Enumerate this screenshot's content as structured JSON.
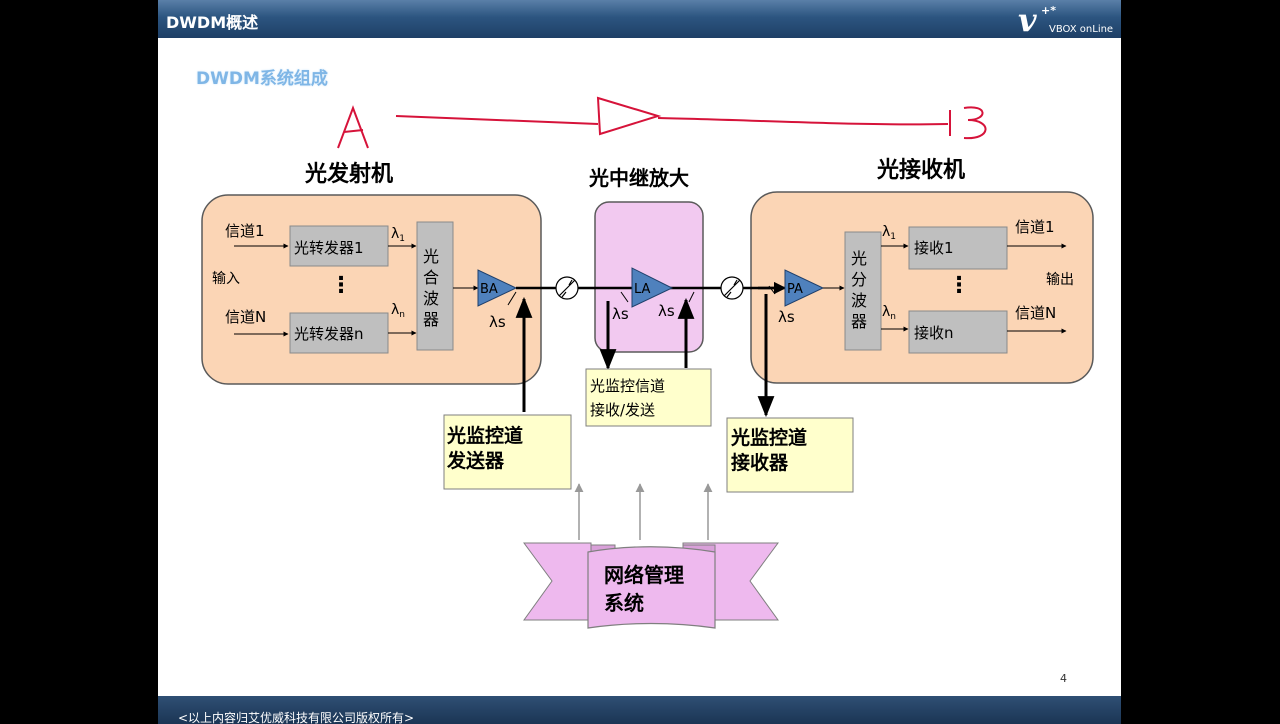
{
  "slide": {
    "header_title": "DWDM概述",
    "logo": {
      "mark": "v",
      "stars": "+*",
      "text": "VBOX onLine"
    },
    "section_title": "DWDM系统组成",
    "page_number": "4",
    "footer": "<以上内容归艾优威科技有限公司版权所有>"
  },
  "annotation": {
    "left": "A",
    "right": "B"
  },
  "transmitter": {
    "title": "光发射机",
    "channel1": "信道1",
    "channelN": "信道N",
    "input": "输入",
    "otu1": "光转发器1",
    "otun": "光转发器n",
    "mux_lines": [
      "光",
      "合",
      "波",
      "器"
    ],
    "lambda1": "λ",
    "lambda1_sub": "1",
    "lambdan": "λ",
    "lambdan_sub": "n",
    "amp": "BA",
    "lambda_s": "λs",
    "dots": "⋮"
  },
  "repeater": {
    "title": "光中继放大",
    "amp": "LA",
    "lambda_s_left": "λs",
    "lambda_s_right": "λs",
    "osc_box_line1": "光监控信道",
    "osc_box_line2": "接收/发送"
  },
  "receiver": {
    "title": "光接收机",
    "channel1": "信道1",
    "channelN": "信道N",
    "output": "输出",
    "rx1": "接收1",
    "rxn": "接收n",
    "demux_lines": [
      "光",
      "分",
      "波",
      "器"
    ],
    "lambda1": "λ",
    "lambda1_sub": "1",
    "lambdan": "λ",
    "lambdan_sub": "n",
    "amp": "PA",
    "lambda_s": "λs",
    "dots": "⋮"
  },
  "osc_tx": {
    "line1": "光监控道",
    "line2": "发送器"
  },
  "osc_rx": {
    "line1": "光监控道",
    "line2": "接收器"
  },
  "nms": {
    "line1": "网络管理",
    "line2": "系统"
  },
  "colors": {
    "header": "#1e3f66",
    "section_title": "#7fb6e6",
    "panel_fill": "#fbd5b5",
    "repeater_fill": "#f2c9f0",
    "yellow_box": "#ffffcc",
    "gray_box": "#bfbfbf",
    "amp_fill": "#4f81bd",
    "annotation_red": "#d6133a",
    "banner_fill": "#eeb9ee"
  }
}
